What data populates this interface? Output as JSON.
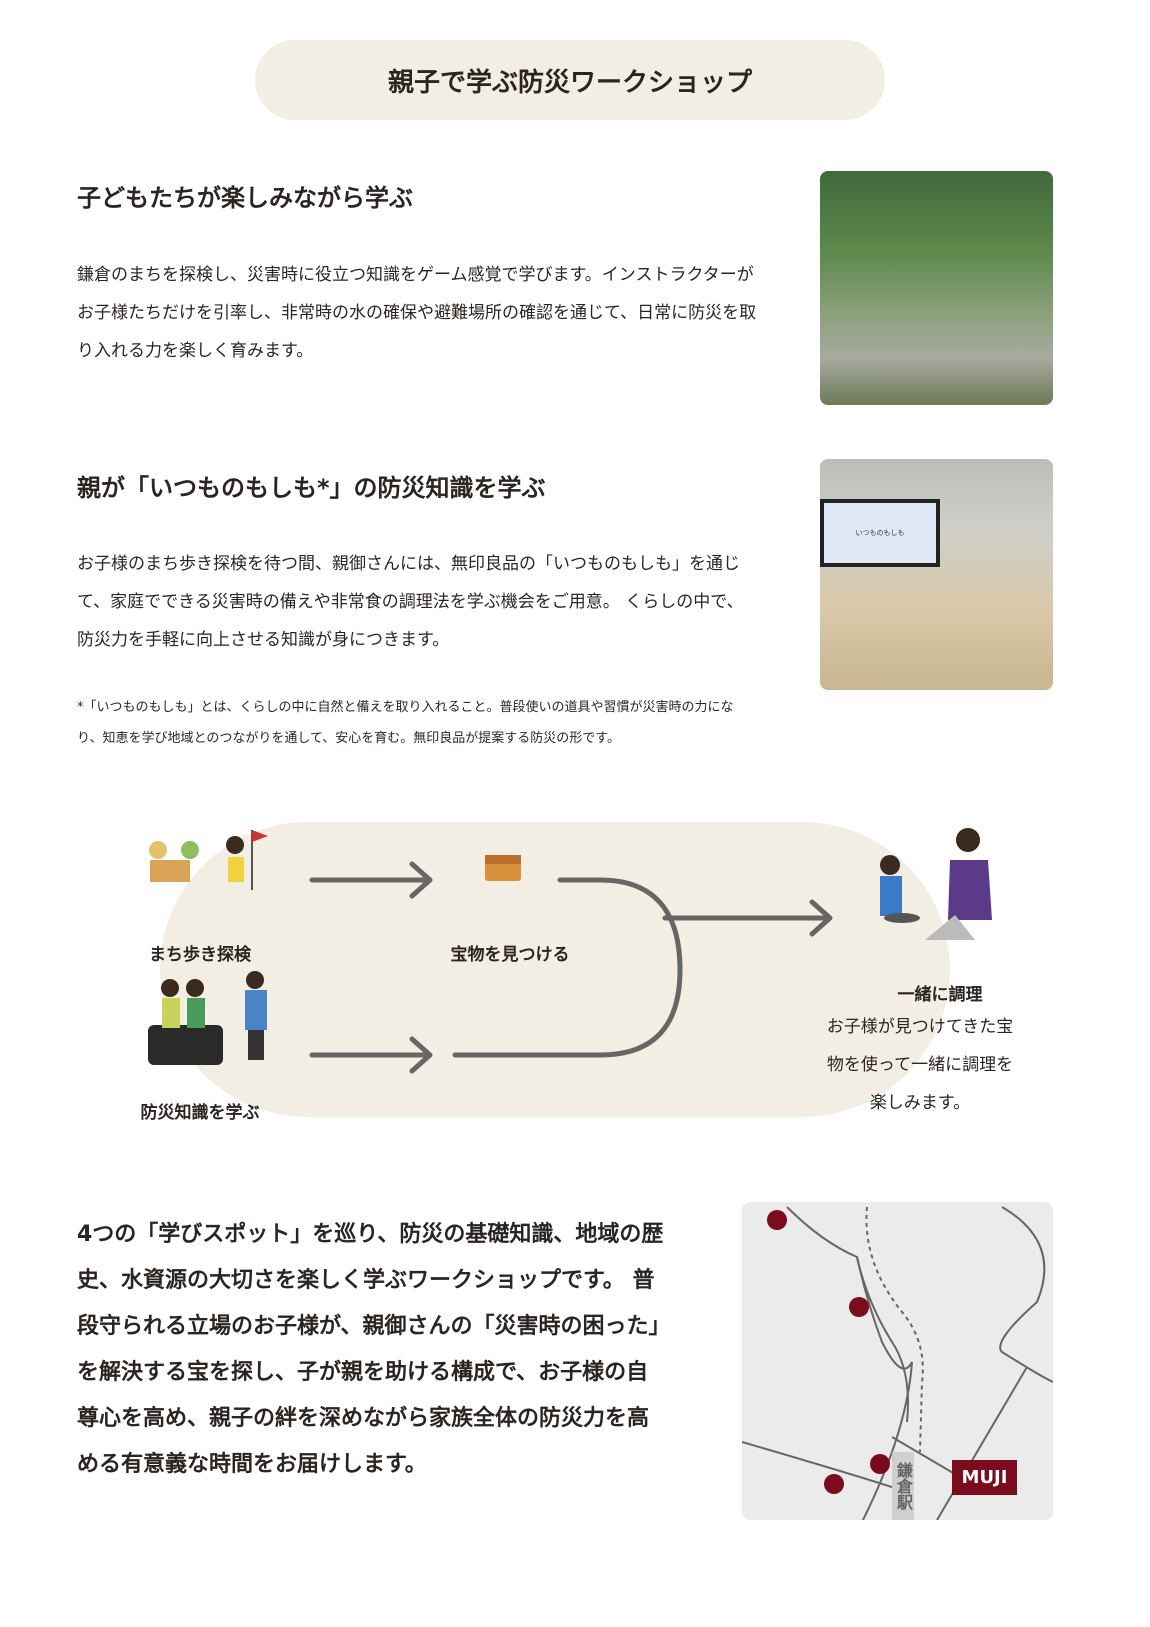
{
  "title": "親子で学ぶ防災ワークショップ",
  "section1": {
    "heading": "子どもたちが楽しみながら学ぶ",
    "body": "鎌倉のまちを探検し、災害時に役立つ知識をゲーム感覚で学びます。インストラクターがお子様たちだけを引率し、非常時の水の確保や避難場所の確認を通じて、日常に防災を取り入れる力を楽しく育みます。"
  },
  "section2": {
    "heading": "親が「いつものもしも*」の防災知識を学ぶ",
    "body": "お子様のまち歩き探検を待つ間、親御さんには、無印良品の「いつものもしも」を通じて、家庭でできる災害時の備えや非常食の調理法を学ぶ機会をご用意。 くらしの中で、防災力を手軽に向上させる知識が身につきます。",
    "note": "*「いつものもしも」とは、くらしの中に自然と備えを取り入れること。普段使いの道具や習慣が災害時の力になり、知恵を学び地域とのつながりを通して、安心を育む。無印良品が提案する防災の形です。",
    "photo_screen": "いつものもしも"
  },
  "flow": {
    "step1": "まち歩き探検",
    "step2": "宝物を見つける",
    "step3": "防災知識を学ぶ",
    "step4": "一緒に調理",
    "step4_desc": "お子様が見つけてきた宝物を使って一緒に調理を楽しみます。"
  },
  "summary": "4つの「学びスポット」を巡り、防災の基礎知識、地域の歴史、水資源の大切さを楽しく学ぶワークショップです。 普段守られる立場のお子様が、親御さんの「災害時の困った」を解決する宝を探し、子が親を助ける構成で、お子様の自尊心を高め、親子の絆を深めながら家族全体の防災力を高める有意義な時間をお届けします。",
  "map": {
    "station": "鎌倉駅",
    "brand": "MUJI"
  },
  "colors": {
    "accent": "#7b0c1d",
    "beige": "#f3eee4"
  }
}
